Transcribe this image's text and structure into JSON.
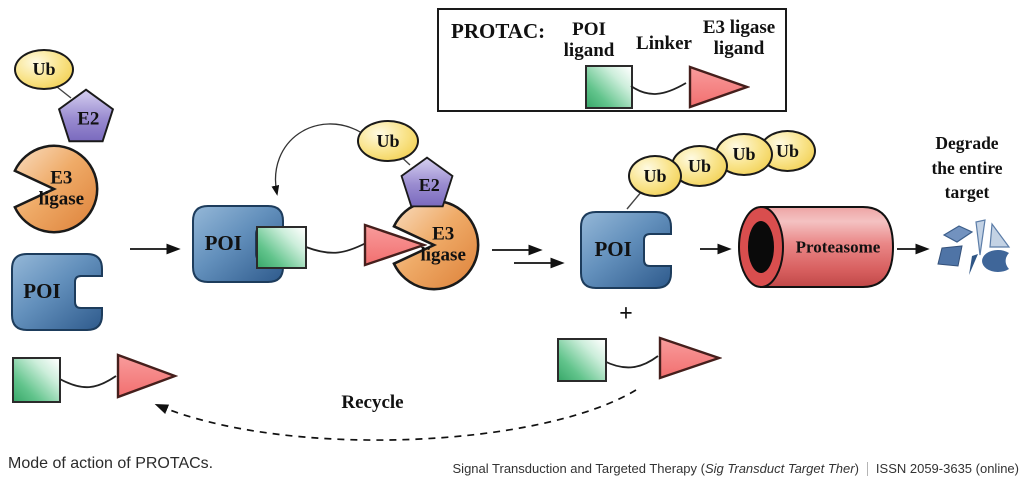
{
  "legend": {
    "title": "PROTAC:",
    "poi_ligand": "POI\nligand",
    "linker": "Linker",
    "e3_ligand": "E3 ligase\nligand"
  },
  "labels": {
    "ub": "Ub",
    "e2": "E2",
    "e3": "E3\nligase",
    "poi": "POI",
    "proteasome": "Proteasome",
    "plus": "+",
    "degrade": "Degrade\nthe entire\ntarget",
    "recycle": "Recycle"
  },
  "caption": {
    "text": "Mode of action of PROTACs."
  },
  "journal": {
    "title_prefix": "Signal Transduction and Targeted Therapy (",
    "abbrev": "Sig Transduct Target Ther",
    "title_suffix": ")",
    "issn": "ISSN 2059-3635 (online)"
  },
  "colors": {
    "ub_yellow": "#efc83d",
    "e2_purple": "#7a6abe",
    "e3_orange": "#dd8038",
    "poi_blue": "#2e5a8c",
    "ligand_green": "#3aa96b",
    "linker_pink": "#f26f6f",
    "proteasome_red": "#c04848",
    "fragment_blue": "#4f74a6"
  }
}
